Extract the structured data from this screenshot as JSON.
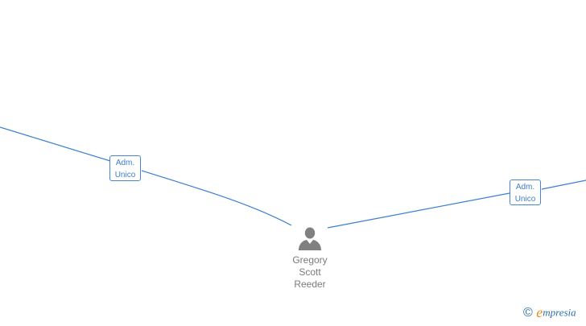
{
  "colors": {
    "edge": "#3a7fd0",
    "label_border": "#4a86d0",
    "label_text": "#3f7dc9",
    "person_icon": "#808080",
    "person_text": "#7a7a7a",
    "brand_blue": "#2c6fa8",
    "brand_orange": "#f08a1c"
  },
  "edges": [
    {
      "label_line1": "Adm.",
      "label_line2": "Unico"
    },
    {
      "label_line1": "Adm.",
      "label_line2": "Unico"
    }
  ],
  "person": {
    "icon": "person-icon",
    "name_line1": "Gregory",
    "name_line2": "Scott",
    "name_line3": "Reeder"
  },
  "brand": {
    "copyright": "©",
    "initial": "e",
    "rest": "mpresia"
  }
}
